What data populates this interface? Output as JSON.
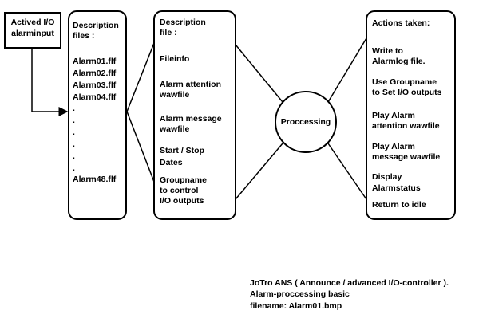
{
  "input_box": {
    "line1": "Actived I/O",
    "line2": "alarminput"
  },
  "files_box": {
    "title1": "Description",
    "title2": "files :",
    "files": [
      "Alarm01.flf",
      "Alarm02.flf",
      "Alarm03.flf",
      "Alarm04.flf"
    ],
    "dots": [
      ".",
      ".",
      ".",
      ".",
      ".",
      "."
    ],
    "last_file": "Alarm48.flf"
  },
  "desc_box": {
    "title1": "Description",
    "title2": "file :",
    "items": [
      {
        "l1": "Fileinfo",
        "l2": ""
      },
      {
        "l1": "Alarm attention",
        "l2": "wawfile"
      },
      {
        "l1": "Alarm message",
        "l2": "wawfile"
      },
      {
        "l1": "Start / Stop",
        "l2": "Dates"
      },
      {
        "l1": "Groupname",
        "l2": "to control",
        "l3": "I/O outputs"
      }
    ]
  },
  "process_node": {
    "label": "Proccessing"
  },
  "actions_box": {
    "title": "Actions taken:",
    "items": [
      {
        "l1": "Write to",
        "l2": "Alarmlog file."
      },
      {
        "l1": "Use Groupname",
        "l2": "to Set I/O outputs"
      },
      {
        "l1": "Play Alarm",
        "l2": "attention wawfile"
      },
      {
        "l1": "Play Alarm",
        "l2": "message wawfile"
      },
      {
        "l1": "Display",
        "l2": "Alarmstatus"
      },
      {
        "l1": "Return to idle",
        "l2": ""
      }
    ]
  },
  "footer": {
    "line1": "JoTro ANS ( Announce / advanced I/O-controller ).",
    "line2": "Alarm-proccessing  basic",
    "line3": "filename: Alarm01.bmp"
  }
}
